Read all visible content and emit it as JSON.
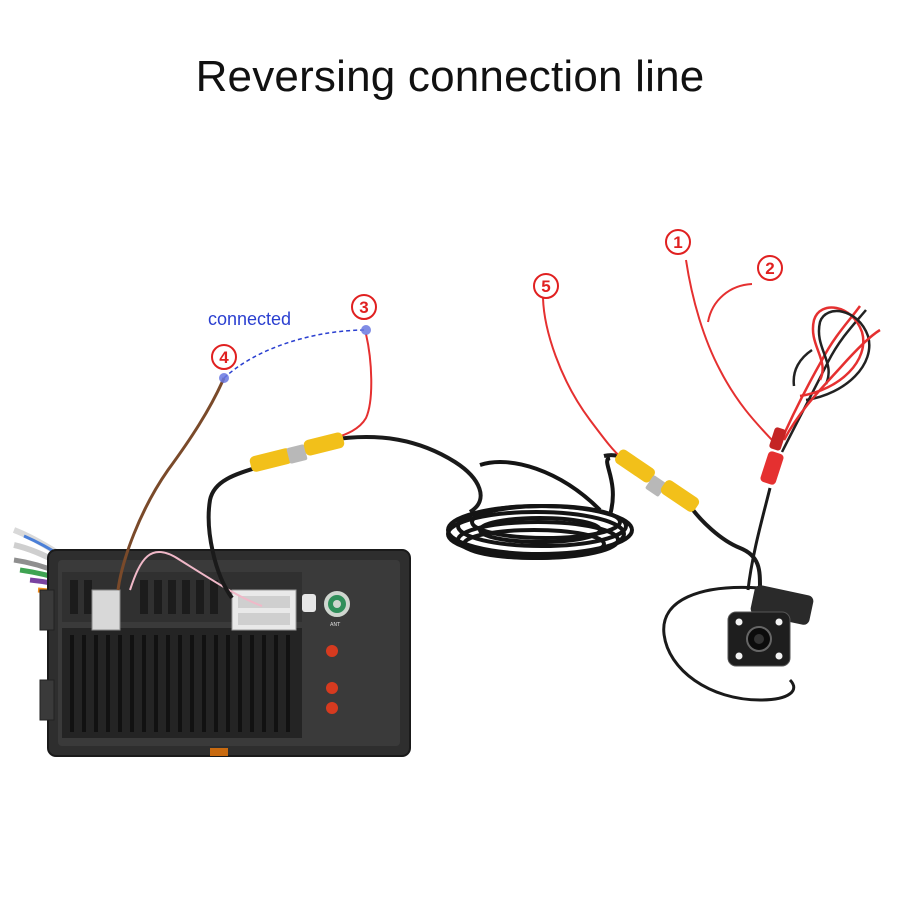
{
  "title": "Reversing connection line",
  "note": "connected",
  "markers": [
    "1",
    "2",
    "3",
    "4",
    "5"
  ],
  "colors": {
    "marker": "#e02020",
    "note": "#2a3fd0",
    "rca": "#f2c01a",
    "red_wire": "#e53030",
    "brown_wire": "#7a4a2a"
  },
  "unit_labels": {
    "ant": "ANT"
  }
}
